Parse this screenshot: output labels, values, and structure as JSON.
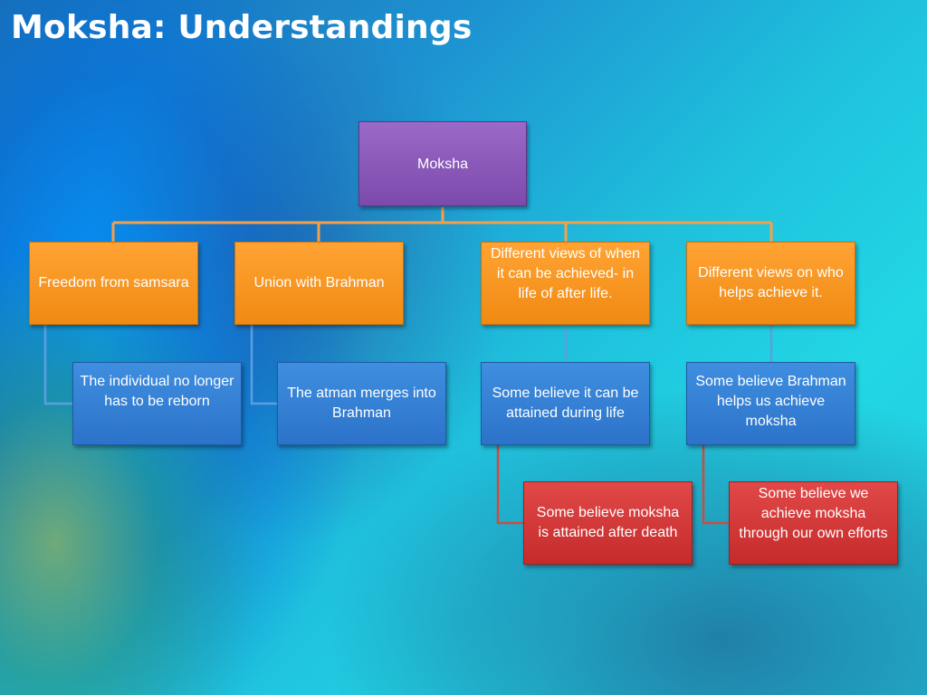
{
  "slide": {
    "title": "Moksha: Understandings"
  },
  "root": {
    "label": "Moksha"
  },
  "branches": [
    {
      "label": "Freedom from samsara",
      "child": "The individual no longer has to be reborn"
    },
    {
      "label": "Union with Brahman",
      "child": "The atman merges into Brahman"
    },
    {
      "label": "Different views of when it can be achieved- in life of after life.",
      "child": "Some believe it can be attained during life",
      "grandchild": "Some believe moksha is attained after death"
    },
    {
      "label": "Different views on who helps achieve it.",
      "child": "Some believe Brahman helps us achieve moksha",
      "grandchild": "Some believe we achieve moksha through our own efforts"
    }
  ],
  "colors": {
    "root": "#8a5abb",
    "level1": "#f7941d",
    "level2": "#3580d4",
    "level3": "#d23535",
    "connector_orange": "#f4a04a"
  }
}
